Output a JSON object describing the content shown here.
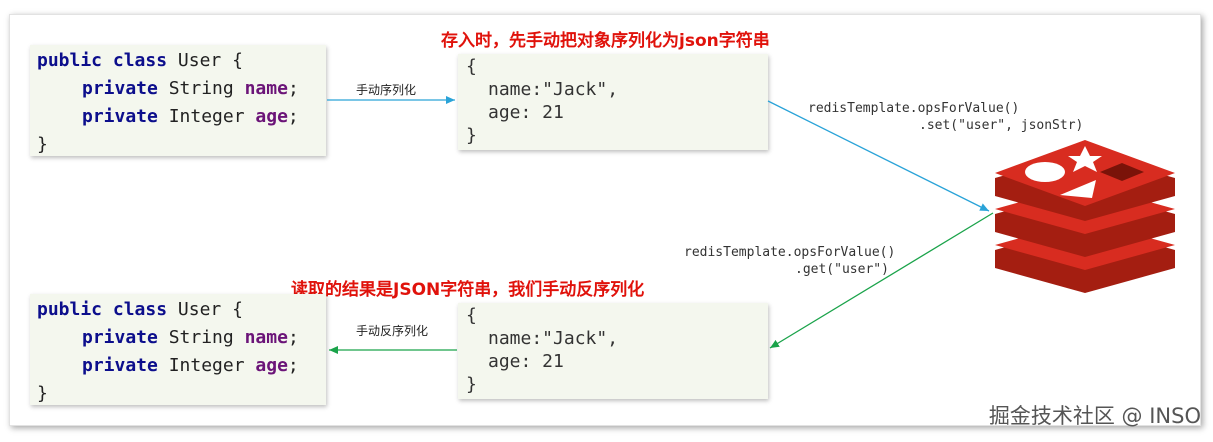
{
  "top_caption": "存入时，先手动把对象序列化为json字符串",
  "bottom_caption": "读取的结果是JSON字符串，我们手动反序列化",
  "serialize_label": "手动序列化",
  "deserialize_label": "手动反序列化",
  "java_class": {
    "kw_public": "public",
    "kw_class": "class",
    "class_name": "User",
    "open_brace": "{",
    "close_brace": "}",
    "kw_private": "private",
    "field1_type": "String",
    "field1_name": "name",
    "field2_type": "Integer",
    "field2_name": "age",
    "semicolon": ";"
  },
  "json": {
    "open": "{",
    "line1": "name:\"Jack\",",
    "line2": "age: 21",
    "close": "}"
  },
  "set_call": {
    "line1": "redisTemplate.opsForValue()",
    "line2": ".set(\"user\", jsonStr)"
  },
  "get_call": {
    "line1": "redisTemplate.opsForValue()",
    "line2": ".get(\"user\")"
  },
  "watermark": "掘金技术社区 @ INSO",
  "colors": {
    "caption_red": "#e0120b",
    "arrow_top": "#2aa3d8",
    "arrow_bottom": "#1aa34a",
    "redis_red": "#d82c20"
  }
}
